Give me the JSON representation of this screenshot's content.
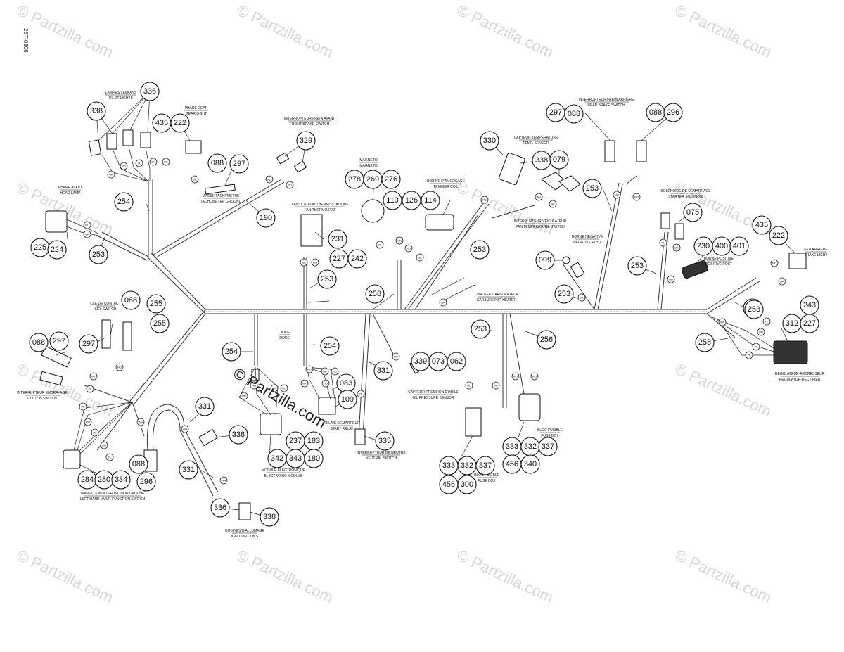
{
  "document_id": "2BT-0306",
  "watermark": "© Partzilla.com",
  "callouts": [
    {
      "id": "338-a",
      "n": "338"
    },
    {
      "id": "336-a",
      "n": "336"
    },
    {
      "id": "435-a",
      "n": "435"
    },
    {
      "id": "222-a",
      "n": "222"
    },
    {
      "id": "088-a",
      "n": "088"
    },
    {
      "id": "297-a",
      "n": "297"
    },
    {
      "id": "329",
      "n": "329"
    },
    {
      "id": "254-a",
      "n": "254"
    },
    {
      "id": "190",
      "n": "190"
    },
    {
      "id": "225",
      "n": "225"
    },
    {
      "id": "224",
      "n": "224"
    },
    {
      "id": "253-a",
      "n": "253"
    },
    {
      "id": "278",
      "n": "278"
    },
    {
      "id": "269",
      "n": "269"
    },
    {
      "id": "276",
      "n": "276"
    },
    {
      "id": "110",
      "n": "110"
    },
    {
      "id": "126",
      "n": "126"
    },
    {
      "id": "114",
      "n": "114"
    },
    {
      "id": "231",
      "n": "231"
    },
    {
      "id": "227-a",
      "n": "227"
    },
    {
      "id": "242",
      "n": "242"
    },
    {
      "id": "253-b",
      "n": "253"
    },
    {
      "id": "330",
      "n": "330"
    },
    {
      "id": "338-b",
      "n": "338"
    },
    {
      "id": "079",
      "n": "079"
    },
    {
      "id": "253-c",
      "n": "253"
    },
    {
      "id": "297-b",
      "n": "297"
    },
    {
      "id": "088-b",
      "n": "088"
    },
    {
      "id": "088-c",
      "n": "088"
    },
    {
      "id": "296-a",
      "n": "296"
    },
    {
      "id": "253-d",
      "n": "253"
    },
    {
      "id": "075",
      "n": "075"
    },
    {
      "id": "230",
      "n": "230"
    },
    {
      "id": "400",
      "n": "400"
    },
    {
      "id": "401",
      "n": "401"
    },
    {
      "id": "435-b",
      "n": "435"
    },
    {
      "id": "222-b",
      "n": "222"
    },
    {
      "id": "099",
      "n": "099"
    },
    {
      "id": "253-e",
      "n": "253"
    },
    {
      "id": "253-f",
      "n": "253"
    },
    {
      "id": "258-a",
      "n": "258"
    },
    {
      "id": "253-g",
      "n": "253"
    },
    {
      "id": "255-a",
      "n": "255"
    },
    {
      "id": "255-b",
      "n": "255"
    },
    {
      "id": "088-d",
      "n": "088"
    },
    {
      "id": "297-c",
      "n": "297"
    },
    {
      "id": "088-e",
      "n": "088"
    },
    {
      "id": "297-d",
      "n": "297"
    },
    {
      "id": "254-b",
      "n": "254"
    },
    {
      "id": "254-c",
      "n": "254"
    },
    {
      "id": "331-a",
      "n": "331"
    },
    {
      "id": "339",
      "n": "339"
    },
    {
      "id": "073",
      "n": "073"
    },
    {
      "id": "062",
      "n": "062"
    },
    {
      "id": "253-h",
      "n": "253"
    },
    {
      "id": "256",
      "n": "256"
    },
    {
      "id": "258-b",
      "n": "258"
    },
    {
      "id": "253-i",
      "n": "253"
    },
    {
      "id": "243",
      "n": "243"
    },
    {
      "id": "312",
      "n": "312"
    },
    {
      "id": "227-b",
      "n": "227"
    },
    {
      "id": "083",
      "n": "083"
    },
    {
      "id": "109",
      "n": "109"
    },
    {
      "id": "335",
      "n": "335"
    },
    {
      "id": "331-b",
      "n": "331"
    },
    {
      "id": "338-c",
      "n": "338"
    },
    {
      "id": "331-c",
      "n": "331"
    },
    {
      "id": "336-b",
      "n": "336"
    },
    {
      "id": "338-d",
      "n": "338"
    },
    {
      "id": "088-f",
      "n": "088"
    },
    {
      "id": "296-b",
      "n": "296"
    },
    {
      "id": "284",
      "n": "284"
    },
    {
      "id": "280",
      "n": "280"
    },
    {
      "id": "334",
      "n": "334"
    },
    {
      "id": "342",
      "n": "342"
    },
    {
      "id": "237",
      "n": "237"
    },
    {
      "id": "183",
      "n": "183"
    },
    {
      "id": "343",
      "n": "343"
    },
    {
      "id": "180",
      "n": "180"
    },
    {
      "id": "333-a",
      "n": "333"
    },
    {
      "id": "332-a",
      "n": "332"
    },
    {
      "id": "337-a",
      "n": "337"
    },
    {
      "id": "456-a",
      "n": "456"
    },
    {
      "id": "300",
      "n": "300"
    },
    {
      "id": "333-b",
      "n": "333"
    },
    {
      "id": "332-b",
      "n": "332"
    },
    {
      "id": "337-b",
      "n": "337"
    },
    {
      "id": "456-b",
      "n": "456"
    },
    {
      "id": "340",
      "n": "340"
    }
  ],
  "labels": [
    {
      "id": "pilot-lights",
      "fr": "LAMPES TÉMOINS",
      "en": "PILOT LIGHTS"
    },
    {
      "id": "gear-light",
      "fr": "PHARE GEAR",
      "en": "GEAR LIGHT"
    },
    {
      "id": "front-brake",
      "fr": "INTERRUPTEUR FREIN AVANT",
      "en": "FRONT BRAKE SWITCH"
    },
    {
      "id": "tach-ground",
      "fr": "MASSE TACHYMÈTRE",
      "en": "TACHOMETER GROUND"
    },
    {
      "id": "head-lamp",
      "fr": "PHARE AVANT",
      "en": "HEAD LAMP"
    },
    {
      "id": "magneto",
      "fr": "MAGNÉTO",
      "en": "MAGNETO"
    },
    {
      "id": "trigger-coil",
      "fr": "BOBINE D'AMORÇAGE",
      "en": "TRIGGER COIL"
    },
    {
      "id": "fan-thermostat",
      "fr": "VENTILATEUR THERMOSTATIQUE",
      "en": "FAN THERMOSTAT"
    },
    {
      "id": "temp-sensor",
      "fr": "CAPTEUR TEMPÉRATURE",
      "en": "TEMP. SENSOR"
    },
    {
      "id": "fan-temp-switch",
      "fr": "INTERRUPTEUR VENTILATEUR",
      "en": "FAN TEMPERATURE SWITCH"
    },
    {
      "id": "rear-brake",
      "fr": "INTERRUPTEUR FREIN ARRIÈRE",
      "en": "REAR BRAKE SWITCH"
    },
    {
      "id": "starter-solenoid",
      "fr": "SOLÉNOÏDE DE DÉMARRAGE",
      "en": "STARTER SOLENOID"
    },
    {
      "id": "negative-post",
      "fr": "BORNE NÉGATIVE",
      "en": "NEGATIVE POST"
    },
    {
      "id": "positive-post",
      "fr": "BORNE POSITIVE",
      "en": "POSITIVE POST"
    },
    {
      "id": "brake-light",
      "fr": "FEU ARRIÈRE",
      "en": "BRAKE LIGHT"
    },
    {
      "id": "carb-heater",
      "fr": "CHAUFFE CARBURATEUR",
      "en": "CARBURETOR HEATER"
    },
    {
      "id": "key-switch",
      "fr": "CLÉ DE CONTACT",
      "en": "KEY SWITCH"
    },
    {
      "id": "clutch-switch",
      "fr": "INTERRUPTEUR EMBRAYAGE",
      "en": "CLUTCH SWITCH"
    },
    {
      "id": "diode",
      "fr": "DIODE",
      "en": "DIODE"
    },
    {
      "id": "oil-pressure",
      "fr": "CAPTEUR PRESSION D'HUILE",
      "en": "OIL PRESSURE SENSOR"
    },
    {
      "id": "start-relay",
      "fr": "RELAIS DÉMARREUR",
      "en": "START RELAY"
    },
    {
      "id": "neutral-switch",
      "fr": "INTERRUPTEUR DE NEUTRE",
      "en": "NEUTRAL SWITCH"
    },
    {
      "id": "electronic-module",
      "fr": "MODULE ÉLECTRONIQUE",
      "en": "ELECTRONIC MODULE"
    },
    {
      "id": "fuse-box-1",
      "fr": "BLOC FUSIBLE",
      "en": "FUSE BOX"
    },
    {
      "id": "fuse-box-2",
      "fr": "BLOC FUSIBLE",
      "en": "FUSE BOX"
    },
    {
      "id": "regulator",
      "fr": "RÉGULATEUR-REDRESSEUR",
      "en": "REGULATOR-RECTIFIER"
    },
    {
      "id": "multi-switch",
      "fr": "MANETTE MULTI-FONCTION GAUCHE",
      "en": "LEFT HAND MULTI-FUNCTION SWITCH"
    },
    {
      "id": "ignition-coils",
      "fr": "BOBINES D'ALLUMAGE",
      "en": "IGNITION COILS"
    }
  ],
  "wire_tags": [
    "BK",
    "RD",
    "YL",
    "GN",
    "BU",
    "WH",
    "OR",
    "GY",
    "BR",
    "VI",
    "PK",
    "TN"
  ]
}
